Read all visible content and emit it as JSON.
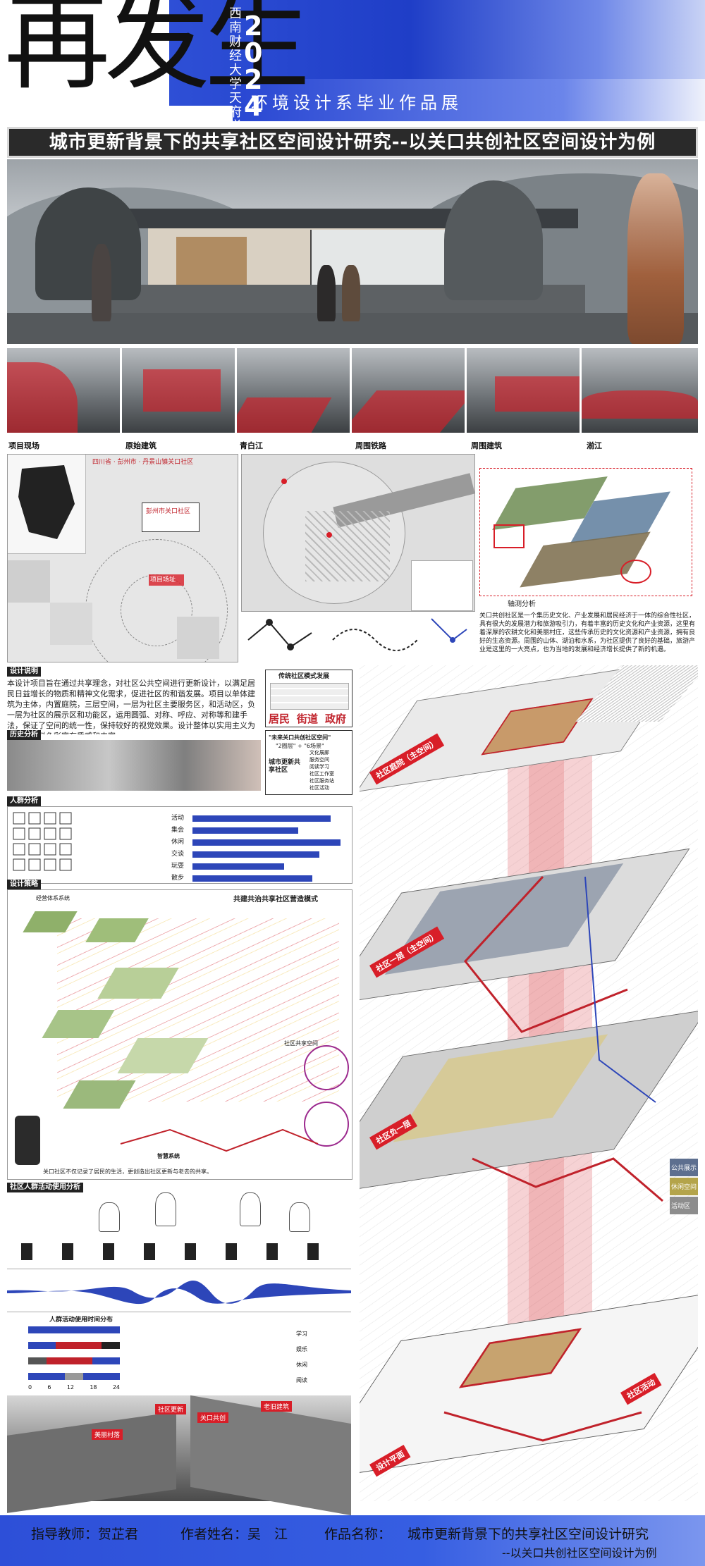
{
  "header": {
    "main_title": "再发生",
    "year": "2024",
    "school": "西南财经大学天府学院",
    "exhibition": "环境设计系毕业作品展"
  },
  "project_title": "城市更新背景下的共享社区空间设计研究--以关口共创社区空间设计为例",
  "photo_strip": {
    "captions": [
      "项目现场",
      "原始建筑",
      "青白江",
      "周围铁路",
      "周围建筑",
      "湔江"
    ]
  },
  "analysis": {
    "site_label": "四川省 · 彭州市 · 丹景山镇关口社区",
    "sub_label": "彭州市关口社区",
    "box_label": "项目场址",
    "axo_caption": "轴测分析",
    "axo_text": "关口共创社区是一个集历史文化、产业发展和居民经济于一体的综合性社区，具有很大的发展潜力和旅游吸引力，有着丰富的历史文化和产业资源，这里有着深厚的农耕文化和美丽村庄，这些传承历史的文化资源和产业资源，拥有良好的生态资源。周围的山体、湖泊和水系，为社区提供了良好的基础，旅游产业是这里的一大亮点，也为当地的发展和经济增长提供了新的机遇。"
  },
  "left_column": {
    "design_desc_tag": "设计说明",
    "design_desc": "本设计项目旨在通过共享理念，对社区公共空间进行更新设计，以满足居民日益增长的物质和精神文化需求，促进社区的和谐发展。项目以单体建筑为主体，内置庭院，三层空间，一层为社区主要服务区，和活动区，负一层为社区的展示区和功能区，运用圆弧、对称、呼应、对称等和建手法，保证了空间的统一性，保持较好的视觉效果。设计整体以实用主义为基调，材料色彩富有质感和丰富。",
    "model_box_title": "传统社区模式发展",
    "model_words": [
      "居民",
      "街道",
      "政府"
    ],
    "future_box_title": "\"未来关口共创社区空间\"",
    "future_sub": "\"2圈层\" + \"6场景\"",
    "future_center": "城市更新共享社区",
    "future_list": [
      "文化展廊",
      "服务空间",
      "阅读学习",
      "社区工作室",
      "社区服务站",
      "社区活动"
    ],
    "history_tag": "历史分析",
    "crowd_tag": "人群分析",
    "crowd_activities": [
      "活动",
      "集会",
      "休闲",
      "交谈",
      "玩耍",
      "散步"
    ],
    "strategy_tag": "设计策略",
    "strategy_heading": "共建共治共享社区营造模式",
    "strategy_top_label": "经营体系系统",
    "strategy_bottom": "关口社区不仅记录了居民的生活，更创造出社区更新与老去的共享。",
    "smart_system": "智慧系统",
    "community_ring": "社区共享空间",
    "activity_tag": "社区人群活动使用分析",
    "time_chart_title": "人群活动使用时间分布",
    "time_axis": [
      "0",
      "6",
      "12",
      "18",
      "24"
    ],
    "legend_items": [
      "学习",
      "娱乐",
      "休闲",
      "阅读"
    ],
    "street_tags": [
      "社区更新",
      "关口共创",
      "老旧建筑",
      "美丽村落"
    ]
  },
  "axonometric": {
    "labels": [
      "社区庭院（主空间）",
      "社区一层（主空间）",
      "社区负一层",
      "设计平面",
      "社区活动"
    ],
    "side_legend": [
      "公共展示",
      "休闲空间",
      "活动区"
    ]
  },
  "footer": {
    "advisor_label": "指导教师：",
    "advisor": "贺芷君",
    "author_label": "作者姓名：",
    "author": "吴　江",
    "work_label": "作品名称：",
    "work_title": "城市更新背景下的共享社区空间设计研究",
    "work_subtitle": "--以关口共创社区空间设计为例"
  },
  "colors": {
    "brand_blue": "#2e4fd6",
    "accent_red": "#d81e28",
    "dark_bar": "#2a2a2a"
  }
}
